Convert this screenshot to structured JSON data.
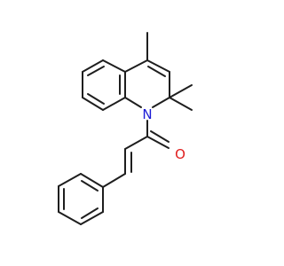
{
  "molecule": {
    "atoms": [
      {
        "id": "N1",
        "symbol": "N",
        "color": "#1b1bd6"
      },
      {
        "id": "O1",
        "symbol": "O",
        "color": "#e01d1d"
      }
    ],
    "bond_color": "#1e1e1e"
  }
}
